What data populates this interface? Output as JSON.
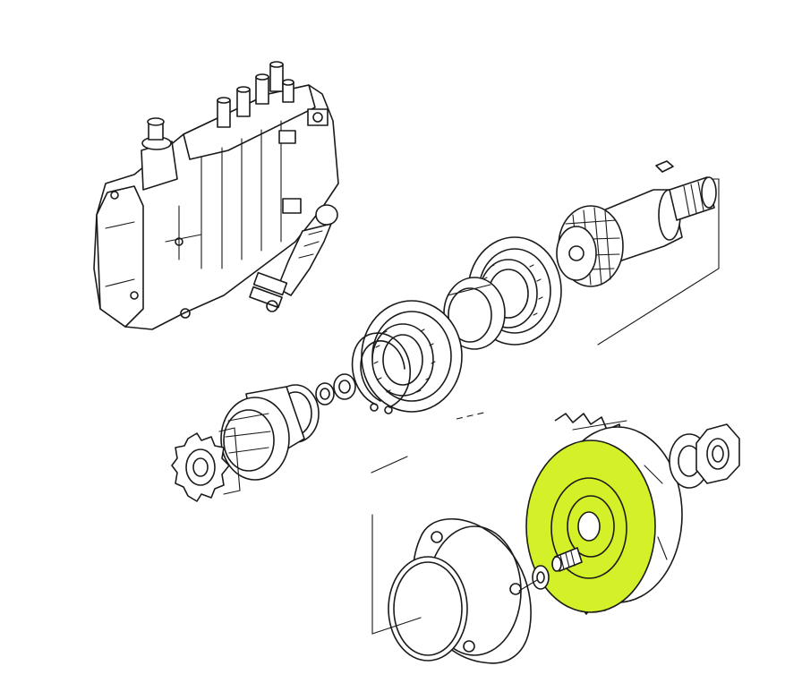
{
  "figure": {
    "highlight_color": "#d4f028",
    "line_color": "#1a1a1a",
    "background": "#ffffff",
    "parts": [
      {
        "name": "injection-pump-body"
      },
      {
        "name": "drive-shaft-with-key"
      },
      {
        "name": "bearing-large"
      },
      {
        "name": "bearing-medium"
      },
      {
        "name": "circlip"
      },
      {
        "name": "shims"
      },
      {
        "name": "drive-coupling-gear"
      },
      {
        "name": "timing-gear-highlighted",
        "highlighted": true
      },
      {
        "name": "flange-cover"
      },
      {
        "name": "o-ring"
      },
      {
        "name": "washer"
      },
      {
        "name": "nut"
      }
    ]
  }
}
